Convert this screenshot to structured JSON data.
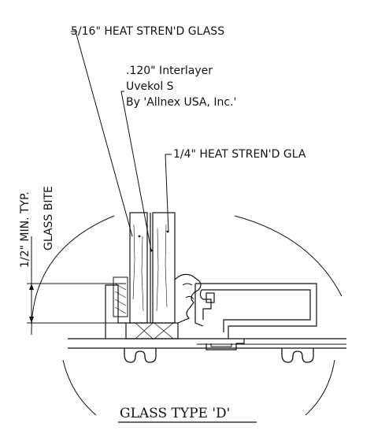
{
  "drawing": {
    "labels": {
      "outer_glass": "5/16\" HEAT STREN'D GLASS",
      "interlayer_line1": ".120\" Interlayer",
      "interlayer_line2": "Uvekol S",
      "interlayer_line3": "By 'Allnex USA, Inc.'",
      "inner_glass": "1/4\" HEAT STREN'D GLA",
      "min_bite": "1/2\" MIN. TYP.",
      "glass_bite": "GLASS BITE"
    },
    "title": "GLASS TYPE 'D'",
    "colors": {
      "ink": "#111111",
      "paper": "#ffffff"
    }
  }
}
